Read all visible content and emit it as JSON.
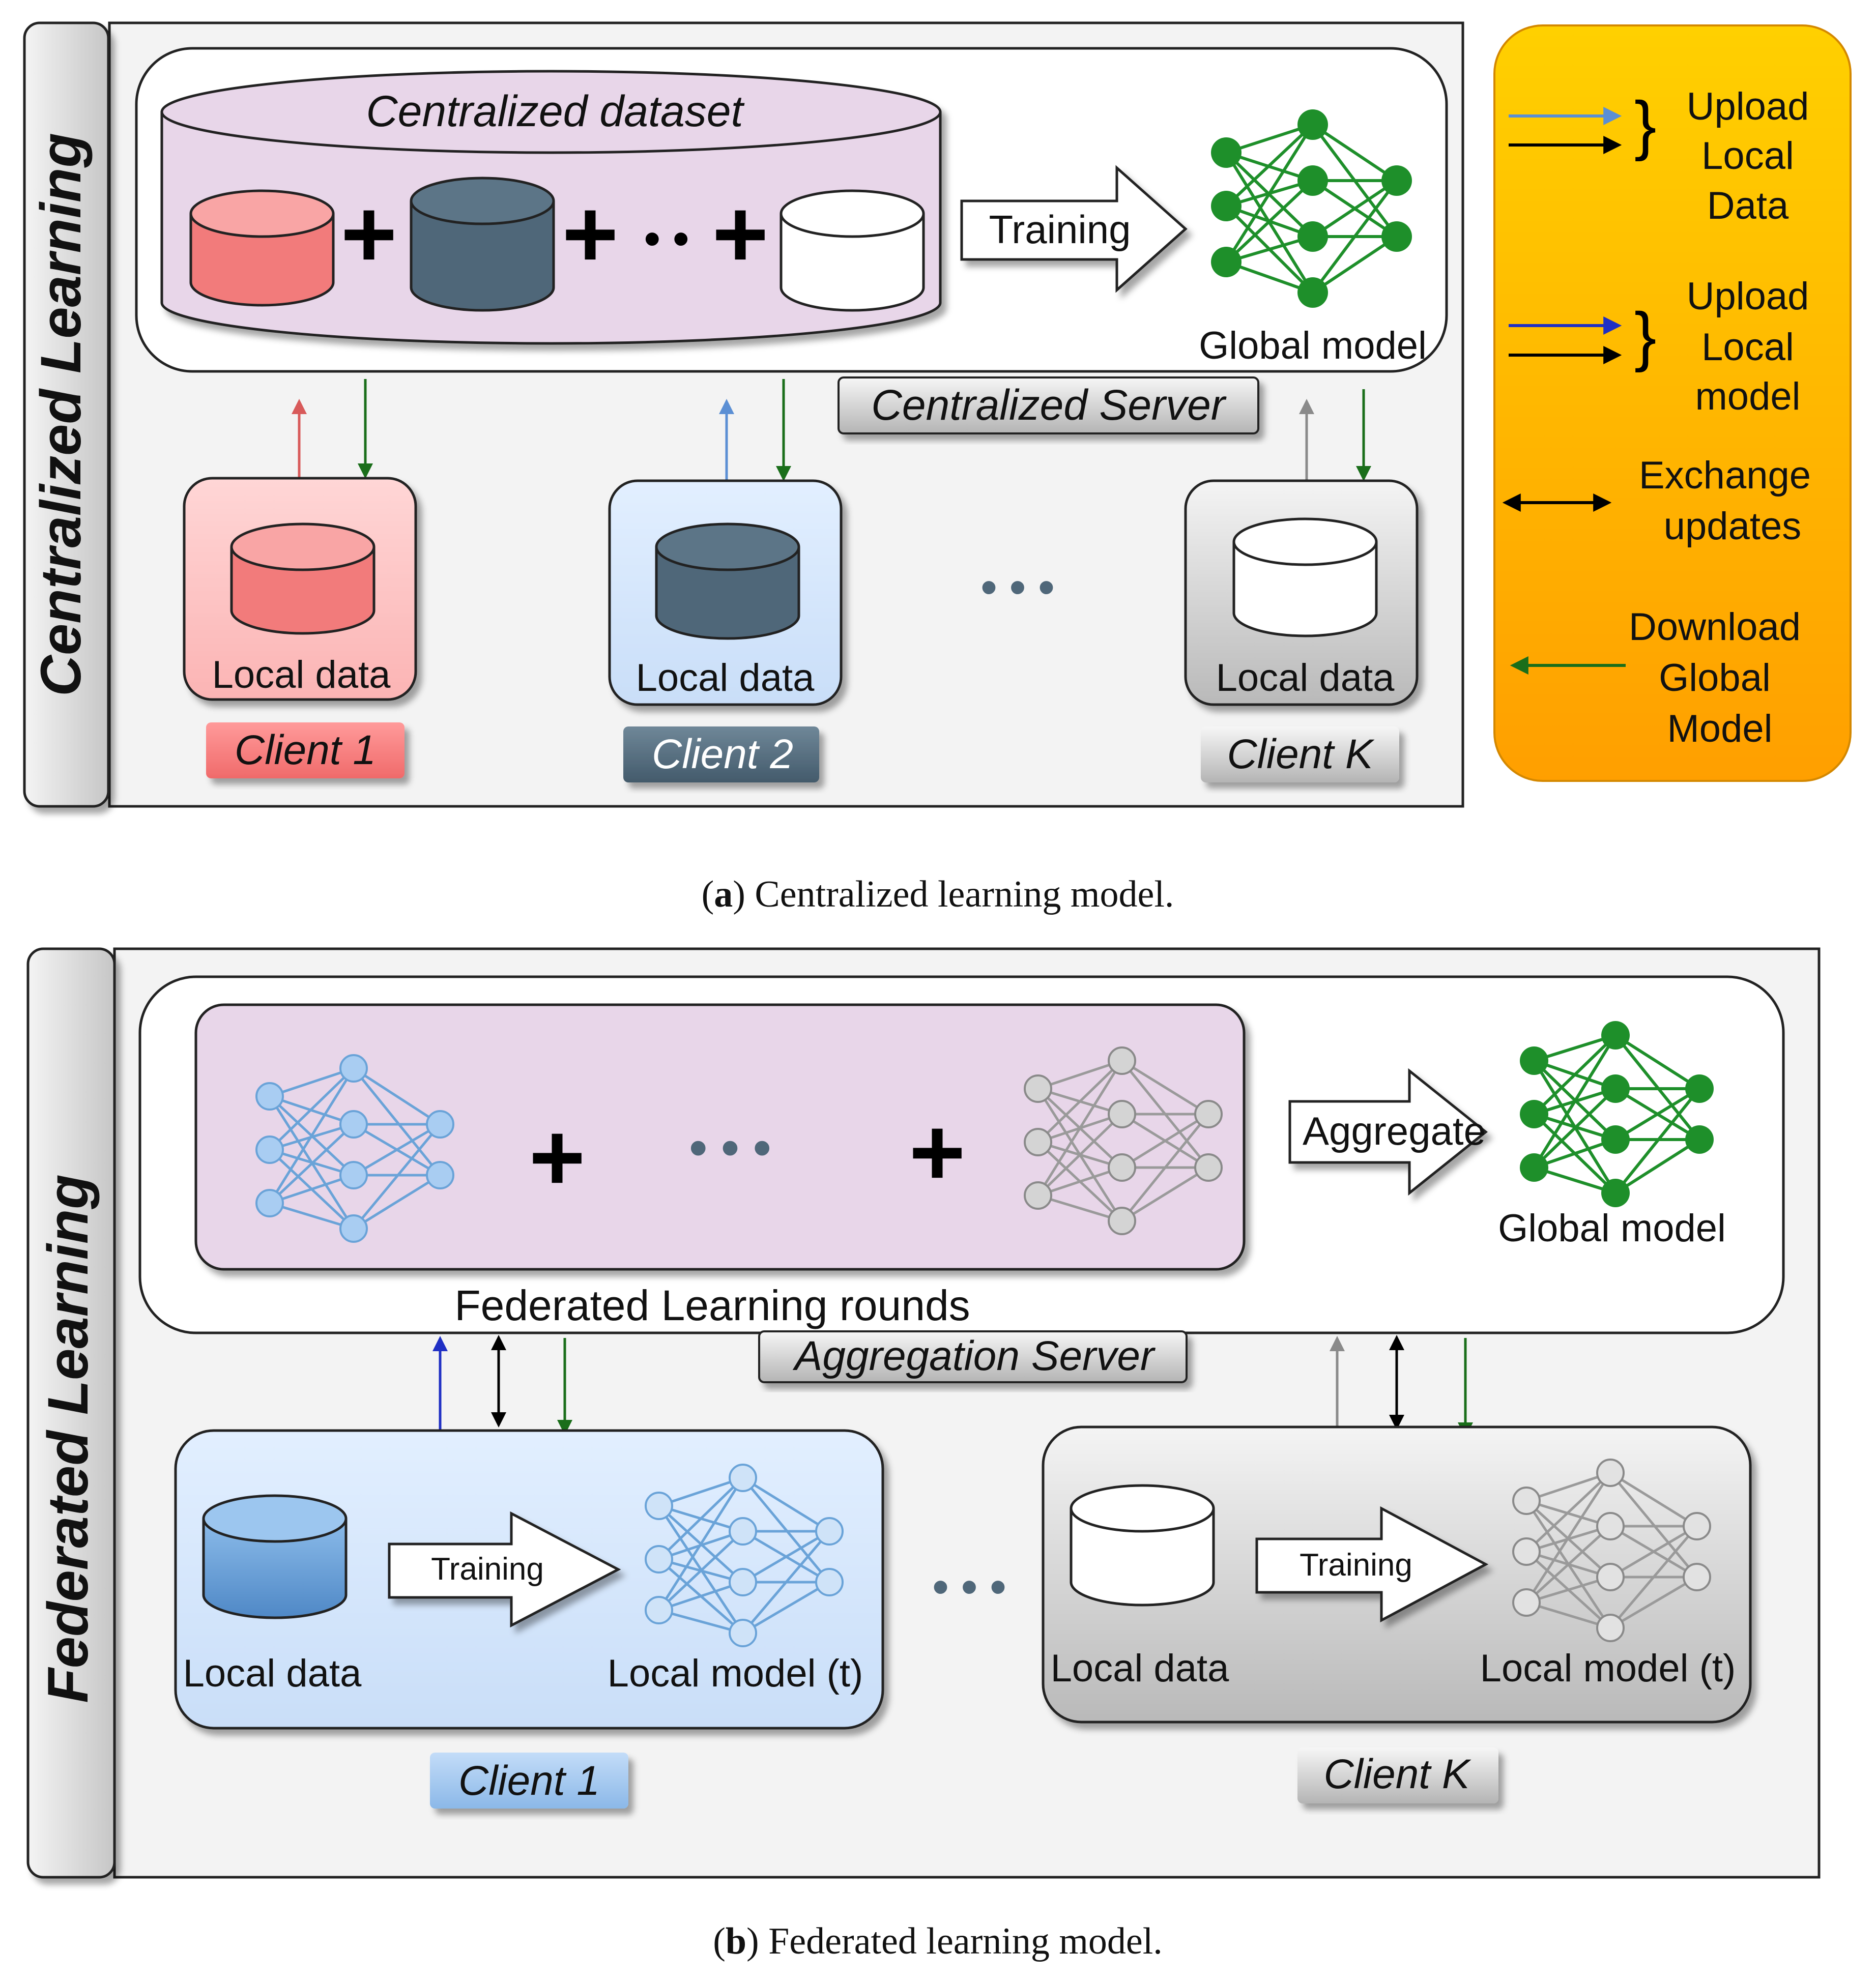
{
  "colors": {
    "client1_red": "#f27b7b",
    "client2_slate": "#4f6779",
    "clientK_white": "#ffffff",
    "federated_client1_blue": "#7aaee0",
    "centralized_purple": "#e8d6e9",
    "legend_orange": "#ffaa00",
    "global_model_green": "#1e8f2a",
    "local_model_blue": "#6aa3d8",
    "local_model_gray": "#9a9a9a",
    "download_arrow": "#1a6e1a",
    "upload_data_arrow": "#5b8fd4",
    "upload_model_arrow": "#1f2fc4",
    "exchange_arrow": "#000000"
  },
  "panel_a": {
    "side_label": "Centralized Learning",
    "dataset_label": "Centralized dataset",
    "plus_symbol": "+",
    "dots_symbol": "• •",
    "training_label": "Training",
    "global_model_label": "Global model",
    "server_label": "Centralized Server",
    "ellipsis": "• • •",
    "clients": [
      {
        "data_label": "Local data",
        "name": "Client 1"
      },
      {
        "data_label": "Local data",
        "name": "Client 2"
      },
      {
        "data_label": "Local data",
        "name": "Client K"
      }
    ],
    "caption_letter": "a",
    "caption_text": " Centralized learning model."
  },
  "legend": {
    "items": [
      {
        "lines": [
          "Upload",
          "Local",
          "Data"
        ],
        "arrow": "upload-data"
      },
      {
        "lines": [
          "Upload",
          "Local",
          "model"
        ],
        "arrow": "upload-model"
      },
      {
        "lines": [
          "Exchange",
          "updates"
        ],
        "arrow": "exchange"
      },
      {
        "lines": [
          "Download",
          "Global",
          "Model"
        ],
        "arrow": "download"
      }
    ]
  },
  "panel_b": {
    "side_label": "Federated Learning",
    "plus_symbol": "+",
    "ellipsis": "• • •",
    "aggregate_label": "Aggregate",
    "global_model_label": "Global model",
    "rounds_label": "Federated Learning rounds",
    "server_label": "Aggregation Server",
    "clients": [
      {
        "data_label": "Local data",
        "training_label": "Training",
        "model_label": "Local model (t)",
        "name": "Client 1"
      },
      {
        "data_label": "Local data",
        "training_label": "Training",
        "model_label": "Local model (t)",
        "name": "Client K"
      }
    ],
    "caption_letter": "b",
    "caption_text": " Federated learning model."
  }
}
